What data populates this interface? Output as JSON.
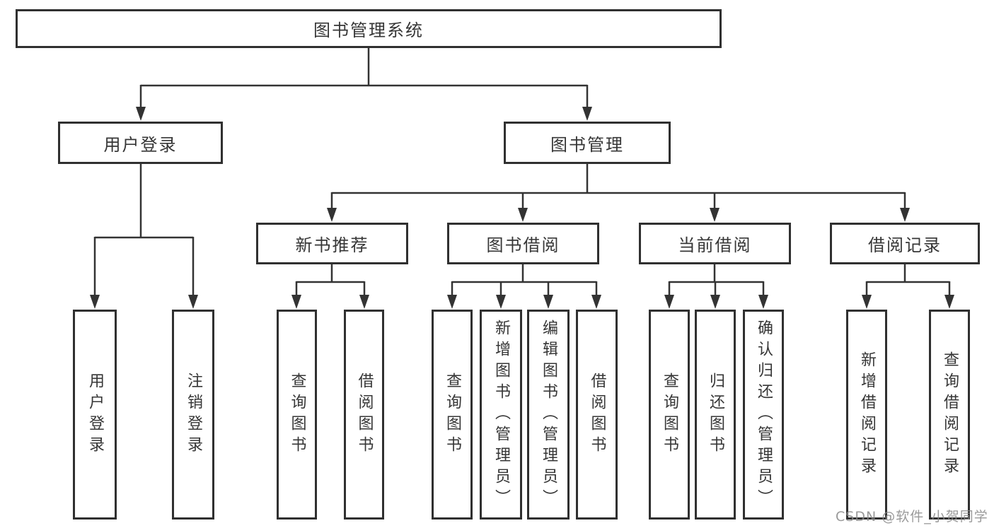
{
  "watermark": "CSDN @软件_小贺同学",
  "colors": {
    "line": "#333333",
    "box_border": "#303030",
    "box_fill": "#ffffff",
    "text": "#363636",
    "watermark": "#888888"
  },
  "tree": {
    "root": {
      "label": "图书管理系统",
      "children": [
        {
          "label": "用户登录",
          "children": [
            {
              "label": "用户登录"
            },
            {
              "label": "注销登录"
            }
          ]
        },
        {
          "label": "图书管理",
          "children": [
            {
              "label": "新书推荐",
              "children": [
                {
                  "label": "查询图书"
                },
                {
                  "label": "借阅图书"
                }
              ]
            },
            {
              "label": "图书借阅",
              "children": [
                {
                  "label": "查询图书"
                },
                {
                  "label": "新增图书（管理员）"
                },
                {
                  "label": "编辑图书（管理员）"
                },
                {
                  "label": "借阅图书"
                }
              ]
            },
            {
              "label": "当前借阅",
              "children": [
                {
                  "label": "查询图书"
                },
                {
                  "label": "归还图书"
                },
                {
                  "label": "确认归还（管理员）"
                }
              ]
            },
            {
              "label": "借阅记录",
              "children": [
                {
                  "label": "新增借阅记录"
                },
                {
                  "label": "查询借阅记录"
                }
              ]
            }
          ]
        }
      ]
    }
  }
}
